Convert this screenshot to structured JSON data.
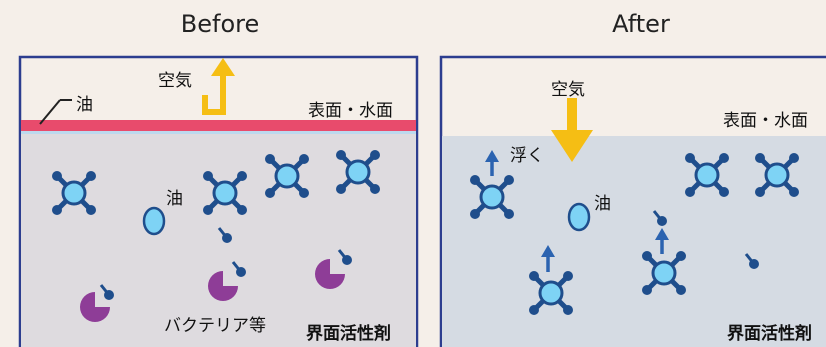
{
  "before": {
    "title": "Before",
    "air": "空気",
    "oil_layer": "油",
    "surface": "表面・水面",
    "oil": "油",
    "bacteria": "バクテリア等",
    "surfactant": "界面活性剤"
  },
  "after": {
    "title": "After",
    "air": "空気",
    "float": "浮く",
    "surface": "表面・水面",
    "oil": "油",
    "surfactant": "界面活性剤"
  },
  "colors": {
    "background": "#f5efe9",
    "frame": "#2c3d8f",
    "before_water": "#dedbdf",
    "after_water": "#d5dbe3",
    "oil_layer": "#e84b6c",
    "water_surface_line": "#bcd9ee",
    "molecule_body": "#7ed3f5",
    "molecule_outline": "#1f4e8c",
    "arrow_yellow": "#f5be14",
    "bacteria": "#8e3d97",
    "arrow_blue": "#2b63b0"
  }
}
